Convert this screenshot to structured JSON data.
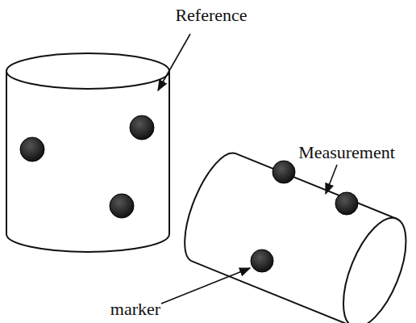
{
  "diagram": {
    "labels": [
      "Reference",
      "Measurement",
      "marker"
    ]
  }
}
